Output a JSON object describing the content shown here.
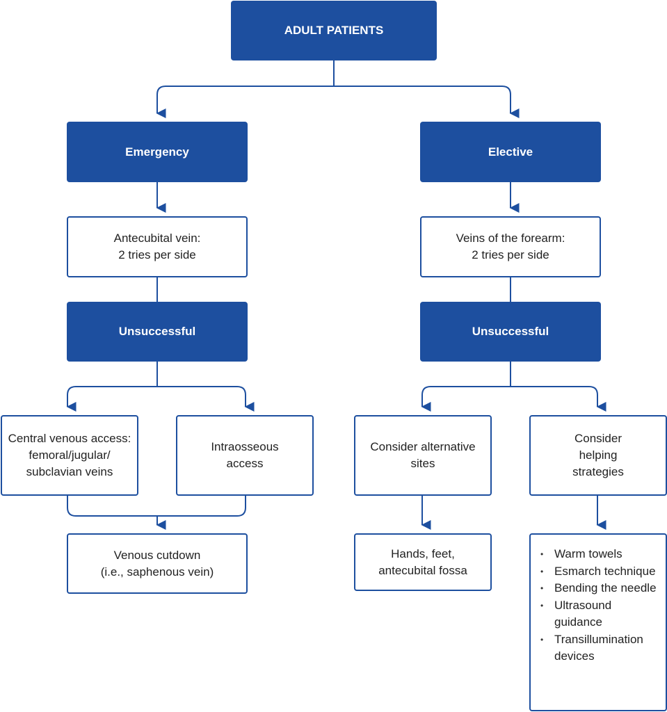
{
  "root": "ADULT PATIENTS",
  "left": {
    "title": "Emergency",
    "first": [
      "Antecubital vein:",
      "2 tries per side"
    ],
    "unsuccessful": "Unsuccessful",
    "option_a": [
      "Central venous access:",
      "femoral/jugular/",
      "subclavian veins"
    ],
    "option_b": [
      "Intraosseous",
      "access"
    ],
    "final": [
      "Venous cutdown",
      "(i.e., saphenous vein)"
    ]
  },
  "right": {
    "title": "Elective",
    "first": [
      "Veins of the forearm:",
      "2 tries per side"
    ],
    "unsuccessful": "Unsuccessful",
    "option_a": [
      "Consider alternative",
      "sites"
    ],
    "option_b": [
      "Consider",
      "helping",
      "strategies"
    ],
    "sites": [
      "Hands, feet,",
      "antecubital fossa"
    ],
    "strategies": [
      "Warm towels",
      "Esmarch technique",
      "Bending the needle",
      "Ultrasound guidance",
      "Transillumination devices"
    ]
  },
  "colors": {
    "primary": "#1d4f9f",
    "box_text": "#222222",
    "background": "#ffffff"
  }
}
